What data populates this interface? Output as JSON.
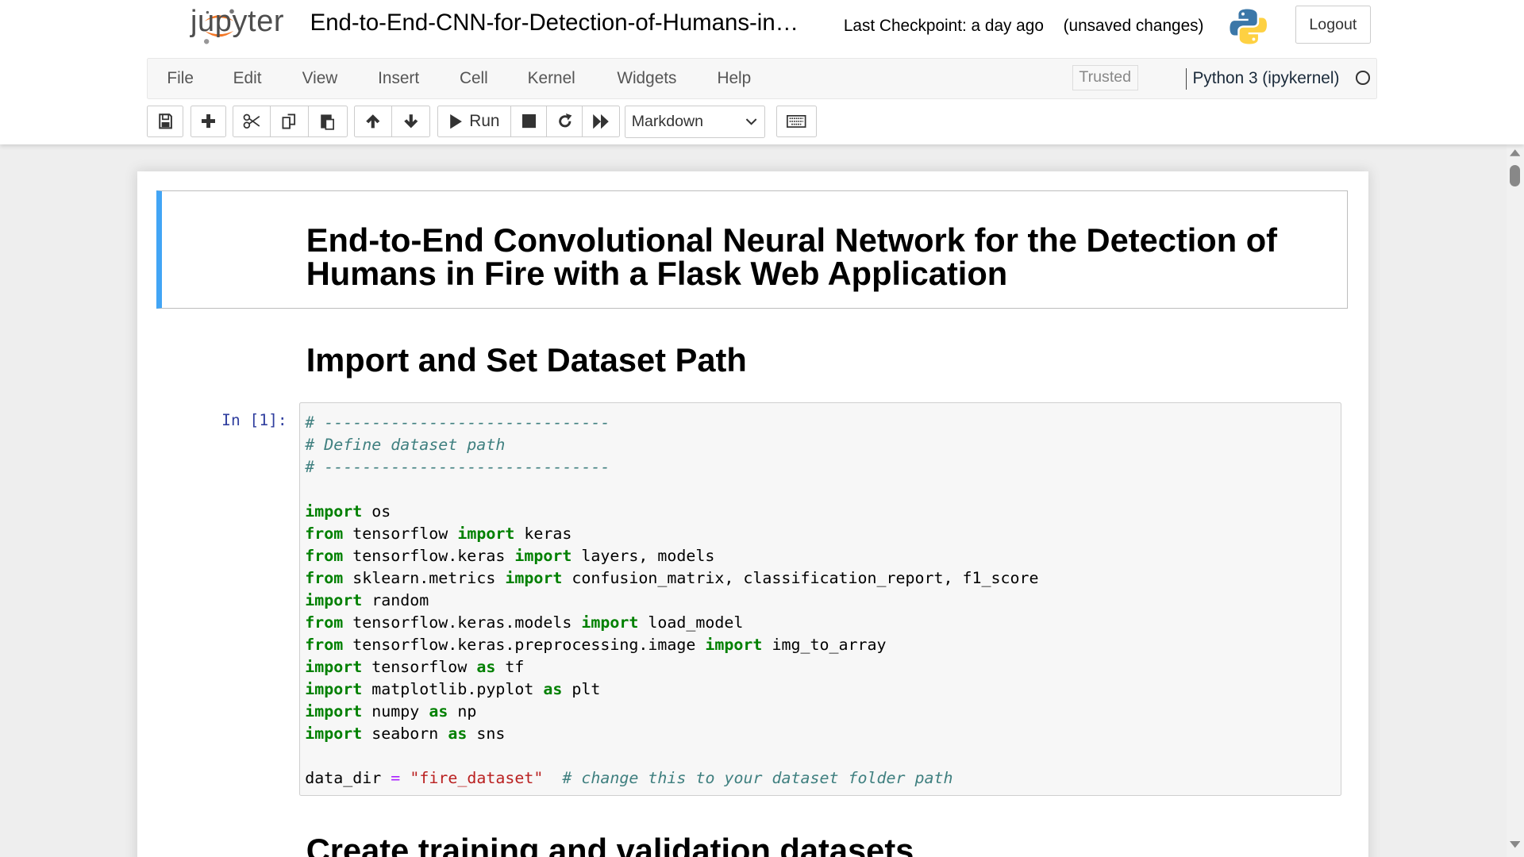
{
  "header": {
    "logo_text": "jupyter",
    "notebook_title": "End-to-End-CNN-for-Detection-of-Humans-in…",
    "checkpoint": "Last Checkpoint: a day ago",
    "unsaved": "(unsaved changes)",
    "logout_label": "Logout"
  },
  "menubar": {
    "items": [
      "File",
      "Edit",
      "View",
      "Insert",
      "Cell",
      "Kernel",
      "Widgets",
      "Help"
    ],
    "trusted": "Trusted",
    "kernel": "Python 3 (ipykernel)"
  },
  "toolbar": {
    "run_label": "Run",
    "cell_type": "Markdown"
  },
  "notebook": {
    "title_line1": "End-to-End Convolutional Neural Network for the Detection of",
    "title_line2": "Humans in Fire with a Flask Web Application",
    "section1": "Import and Set Dataset Path",
    "prompt": "In [1]:",
    "code": [
      [
        [
          "cm",
          "# ------------------------------"
        ]
      ],
      [
        [
          "cm",
          "# Define dataset path"
        ]
      ],
      [
        [
          "cm",
          "# ------------------------------"
        ]
      ],
      [],
      [
        [
          "kw",
          "import"
        ],
        [
          "tx",
          " os"
        ]
      ],
      [
        [
          "kw",
          "from"
        ],
        [
          "tx",
          " tensorflow "
        ],
        [
          "kw",
          "import"
        ],
        [
          "tx",
          " keras"
        ]
      ],
      [
        [
          "kw",
          "from"
        ],
        [
          "tx",
          " tensorflow.keras "
        ],
        [
          "kw",
          "import"
        ],
        [
          "tx",
          " layers, models"
        ]
      ],
      [
        [
          "kw",
          "from"
        ],
        [
          "tx",
          " sklearn.metrics "
        ],
        [
          "kw",
          "import"
        ],
        [
          "tx",
          " confusion_matrix, classification_report, f1_score"
        ]
      ],
      [
        [
          "kw",
          "import"
        ],
        [
          "tx",
          " random"
        ]
      ],
      [
        [
          "kw",
          "from"
        ],
        [
          "tx",
          " tensorflow.keras.models "
        ],
        [
          "kw",
          "import"
        ],
        [
          "tx",
          " load_model"
        ]
      ],
      [
        [
          "kw",
          "from"
        ],
        [
          "tx",
          " tensorflow.keras.preprocessing.image "
        ],
        [
          "kw",
          "import"
        ],
        [
          "tx",
          " img_to_array"
        ]
      ],
      [
        [
          "kw",
          "import"
        ],
        [
          "tx",
          " tensorflow "
        ],
        [
          "kw",
          "as"
        ],
        [
          "tx",
          " tf"
        ]
      ],
      [
        [
          "kw",
          "import"
        ],
        [
          "tx",
          " matplotlib.pyplot "
        ],
        [
          "kw",
          "as"
        ],
        [
          "tx",
          " plt"
        ]
      ],
      [
        [
          "kw",
          "import"
        ],
        [
          "tx",
          " numpy "
        ],
        [
          "kw",
          "as"
        ],
        [
          "tx",
          " np"
        ]
      ],
      [
        [
          "kw",
          "import"
        ],
        [
          "tx",
          " seaborn "
        ],
        [
          "kw",
          "as"
        ],
        [
          "tx",
          " sns"
        ]
      ],
      [],
      [
        [
          "tx",
          "data_dir "
        ],
        [
          "op",
          "="
        ],
        [
          "tx",
          " "
        ],
        [
          "st",
          "\"fire_dataset\""
        ],
        [
          "tx",
          "  "
        ],
        [
          "cm",
          "# change this to your dataset folder path"
        ]
      ]
    ],
    "section2": "Create training and validation datasets"
  },
  "colors": {
    "selected_cell_border": "#42a5f5",
    "keyword": "#008000",
    "comment": "#408080",
    "string": "#ba2121",
    "prompt": "#303f9f"
  }
}
